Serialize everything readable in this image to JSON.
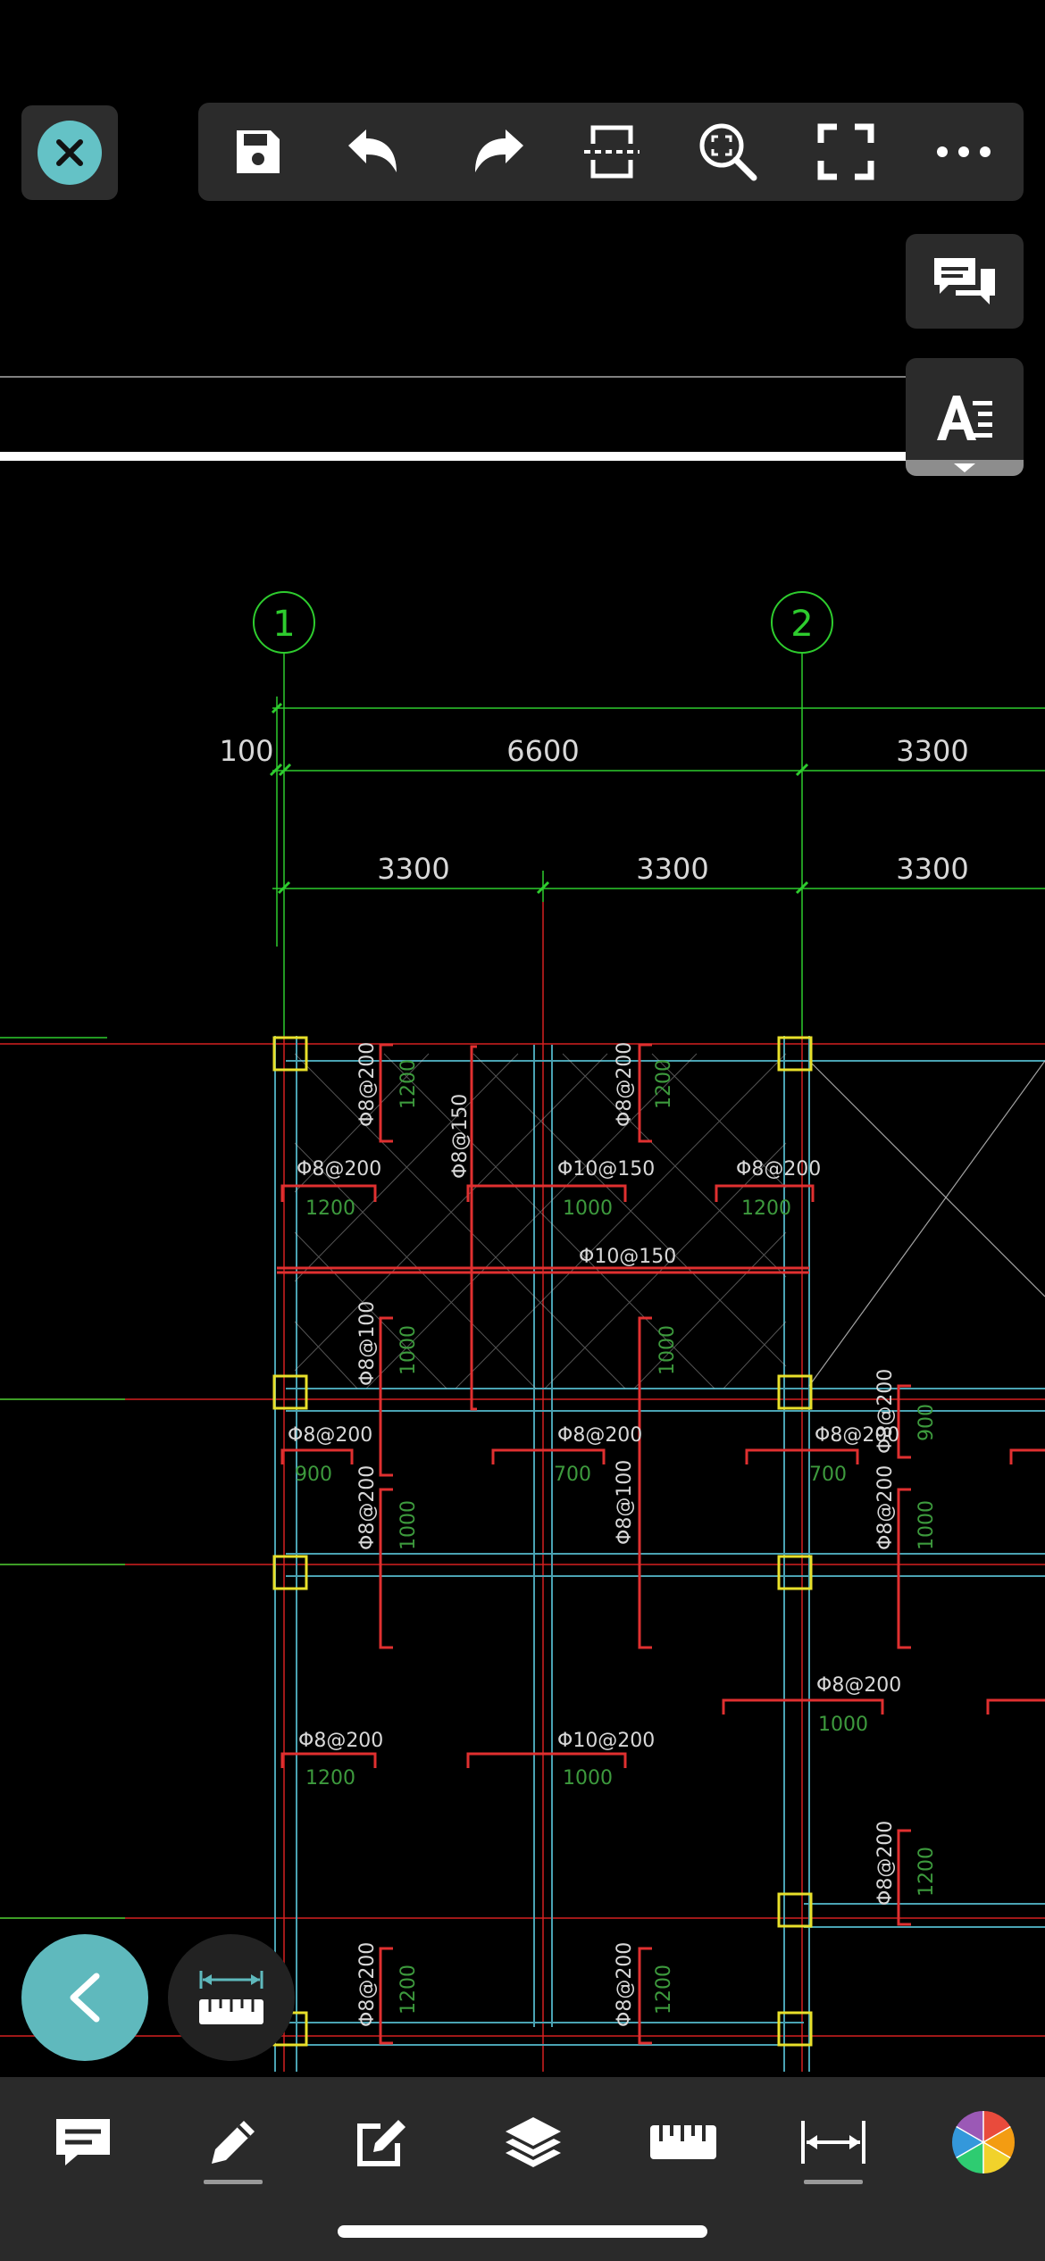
{
  "toolbar": {
    "icons": [
      "close-icon",
      "save-icon",
      "undo-icon",
      "redo-icon",
      "section-icon",
      "zoom-extents-icon",
      "fullscreen-icon",
      "more-icon"
    ]
  },
  "side_buttons": [
    "comments-icon",
    "text-style-icon"
  ],
  "drawing": {
    "grid_bubbles": [
      "1",
      "2"
    ],
    "dims_top": [
      "100",
      "6600",
      "3300"
    ],
    "dims_second": [
      "3300",
      "3300",
      "3300"
    ],
    "rebar_labels": [
      "Φ8@200",
      "Φ8@200",
      "Φ8@150",
      "Φ8@200",
      "Φ10@150",
      "Φ8@200",
      "Φ10@150",
      "Φ8@100",
      "Φ8@200",
      "Φ8@200",
      "Φ8@200",
      "Φ8@200",
      "Φ8@200",
      "Φ8@100",
      "Φ8@200",
      "Φ8@200",
      "Φ8@200",
      "Φ10@200",
      "Φ8@200",
      "Φ8@200",
      "Φ8@200"
    ],
    "length_labels": [
      "1200",
      "1200",
      "1200",
      "1000",
      "1200",
      "1000",
      "1000",
      "900",
      "900",
      "700",
      "700",
      "1000",
      "1000",
      "1000",
      "1200",
      "1000",
      "1200",
      "1200",
      "1200"
    ],
    "colors": {
      "grid": "#2ecc2e",
      "axis_red": "#d42020",
      "beam": "#4aa3b3",
      "rebar": "#e03030",
      "column": "#e8e02a",
      "label": "#d8d8d8",
      "length": "#3d9a3d"
    }
  },
  "fabs": [
    "back-icon",
    "measure-icon"
  ],
  "bottom_bar": {
    "icons": [
      "comment-icon",
      "pencil-icon",
      "edit-icon",
      "layers-icon",
      "ruler-icon",
      "dimension-icon",
      "color-wheel-icon"
    ]
  }
}
